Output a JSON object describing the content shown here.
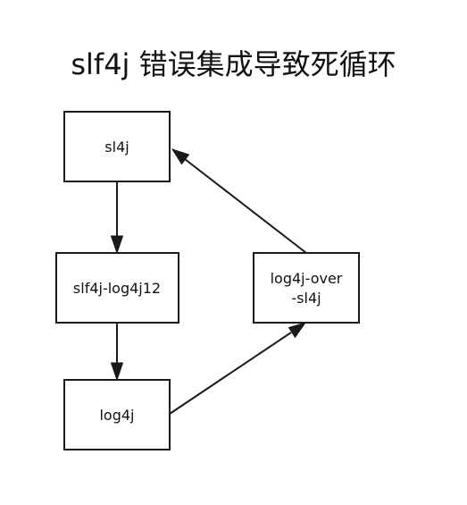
{
  "title": "slf4j 错误集成导致死循环",
  "nodes": {
    "sl4j": {
      "label": "sl4j"
    },
    "slf4j_log4j12": {
      "label": "slf4j-log4j12"
    },
    "log4j": {
      "label": "log4j"
    },
    "log4j_over_sl4j": {
      "label_lines": [
        "log4j-over",
        "-sl4j"
      ]
    }
  },
  "edges": [
    {
      "from": "sl4j",
      "to": "slf4j-log4j12"
    },
    {
      "from": "slf4j-log4j12",
      "to": "log4j"
    },
    {
      "from": "log4j",
      "to": "log4j-over-sl4j"
    },
    {
      "from": "log4j-over-sl4j",
      "to": "sl4j"
    }
  ],
  "colors": {
    "stroke": "#1a1a1a",
    "background": "#ffffff"
  }
}
